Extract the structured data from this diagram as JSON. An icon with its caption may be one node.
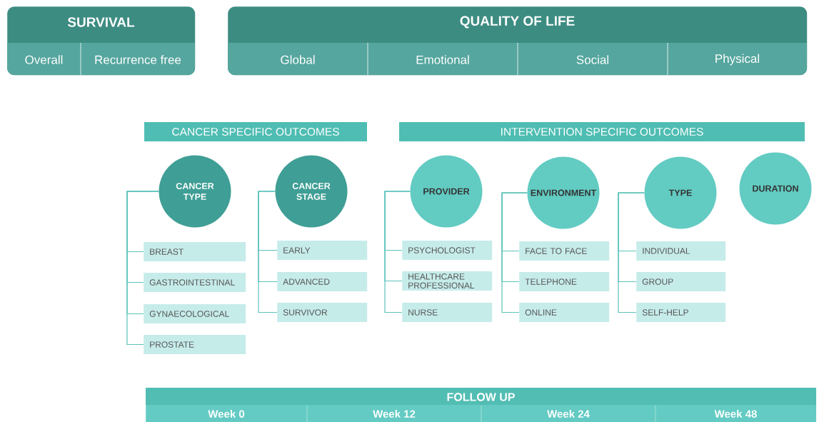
{
  "diagram": {
    "nodes": [
      {
        "text": [
          "SURVIVAL"
        ]
      },
      {
        "text": [
          "Overall"
        ],
        "in": 0
      },
      {
        "text": [
          "Recurrence free"
        ],
        "in": 0
      },
      {
        "text": [
          "QUALITY OF LIFE"
        ]
      },
      {
        "text": [
          "Global"
        ],
        "in": 3
      },
      {
        "text": [
          "Emotional"
        ],
        "in": 3
      },
      {
        "text": [
          "Social"
        ],
        "in": 3
      },
      {
        "text": [
          "Physical"
        ],
        "in": 3
      },
      {
        "text": [
          "CANCER SPECIFIC OUTCOMES"
        ]
      },
      {
        "text": [
          "INTERVENTION SPECIFIC OUTCOMES"
        ]
      },
      {
        "text": [
          "CANCER TYPE"
        ]
      },
      {
        "text": [
          "CANCER STAGE"
        ]
      },
      {
        "text": [
          "PROVIDER"
        ]
      },
      {
        "text": [
          "ENVIRONMENT"
        ]
      },
      {
        "text": [
          "TYPE"
        ]
      },
      {
        "text": [
          "DURATION"
        ]
      },
      {
        "text": [
          "BREAST"
        ]
      },
      {
        "text": [
          "GASTROINTESTINAL"
        ]
      },
      {
        "text": [
          "GYNAECOLOGICAL"
        ]
      },
      {
        "text": [
          "PROSTATE"
        ]
      },
      {
        "text": [
          "EARLY"
        ]
      },
      {
        "text": [
          "ADVANCED"
        ]
      },
      {
        "text": [
          "SURVIVOR"
        ]
      },
      {
        "text": [
          "PSYCHOLOGIST"
        ]
      },
      {
        "text": [
          "HEALTHCARE PROFESSIONAL"
        ]
      },
      {
        "text": [
          "NURSE"
        ]
      },
      {
        "text": [
          "FACE TO FACE"
        ]
      },
      {
        "text": [
          "TELEPHONE"
        ]
      },
      {
        "text": [
          "ONLINE"
        ]
      },
      {
        "text": [
          "INDIVIDUAL"
        ]
      },
      {
        "text": [
          "GROUP"
        ]
      },
      {
        "text": [
          "SELF-HELP"
        ]
      },
      {
        "text": [
          "FOLLOW UP"
        ]
      },
      {
        "text": [
          "Week 0"
        ],
        "in": 32
      },
      {
        "text": [
          "Week 12"
        ],
        "in": 32
      },
      {
        "text": [
          "Week 24"
        ],
        "in": 32
      },
      {
        "text": [
          "Week 48"
        ],
        "in": 32
      }
    ],
    "edges": [
      {
        "from": 10,
        "to": 16,
        "arrow": "none"
      },
      {
        "from": 10,
        "to": 17,
        "arrow": "none"
      },
      {
        "from": 10,
        "to": 18,
        "arrow": "none"
      },
      {
        "from": 10,
        "to": 19,
        "arrow": "none"
      },
      {
        "from": 11,
        "to": 20,
        "arrow": "none"
      },
      {
        "from": 11,
        "to": 21,
        "arrow": "none"
      },
      {
        "from": 11,
        "to": 22,
        "arrow": "none"
      },
      {
        "from": 12,
        "to": 23,
        "arrow": "none"
      },
      {
        "from": 12,
        "to": 24,
        "arrow": "none"
      },
      {
        "from": 12,
        "to": 25,
        "arrow": "none"
      },
      {
        "from": 13,
        "to": 26,
        "arrow": "none"
      },
      {
        "from": 13,
        "to": 27,
        "arrow": "none"
      },
      {
        "from": 13,
        "to": 28,
        "arrow": "none"
      },
      {
        "from": 14,
        "to": 29,
        "arrow": "none"
      },
      {
        "from": 14,
        "to": 30,
        "arrow": "none"
      },
      {
        "from": 14,
        "to": 31,
        "arrow": "none"
      }
    ]
  }
}
